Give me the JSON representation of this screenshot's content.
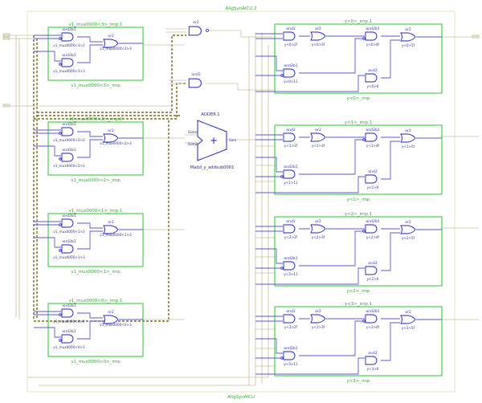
{
  "top": {
    "title": "AllgSynAlCU.2",
    "bottom_title": "AllgSynAlCU",
    "top_and_label": "or2",
    "mid_and_label": "and2"
  },
  "adder": {
    "title": "ADDER.1",
    "input_a": "Dataa",
    "input_b": "Datab",
    "output": "Sum",
    "name": "Madd_y_addsub0001"
  },
  "left_modules": [
    {
      "title": "v1_mux0000<3>_imp.1",
      "bottom": "v1_mux0000<3>_imp",
      "g1_top": "and2b1",
      "g1_bot": "v1_mux0000<3>2",
      "g2_top": "or2",
      "g2_bot": "v1_mux0000<3>3",
      "g3_top": "and2b1",
      "g3_bot": "v1_mux0000<3>1"
    },
    {
      "title": "v1_mux0000<2>_imp.2",
      "bottom": "v1_mux0000<2>_imp",
      "g1_top": "and2b1",
      "g1_bot": "v1_mux0000<2>2",
      "g2_top": "or2",
      "g2_bot": "v1_mux0000<2>3",
      "g3_top": "and2b1",
      "g3_bot": "v1_mux0000<2>1"
    },
    {
      "title": "v1_mux0000<1>_imp.1",
      "bottom": "v1_mux0000<1>_imp",
      "g1_top": "and2b1",
      "g1_bot": "v1_mux0000<1>2",
      "g2_top": "or2",
      "g2_bot": "v1_mux0000<1>3",
      "g3_top": "and2b1",
      "g3_bot": "v1_mux0000<1>1"
    },
    {
      "title": "v1_mux0000<0>_imp.1",
      "bottom": "v1_mux0000<0>_imp",
      "g1_top": "and2b1",
      "g1_bot": "v1_mux0000<0>2",
      "g2_top": "or2",
      "g2_bot": "v1_mux0000<0>3",
      "g3_top": "and2b1",
      "g3_bot": "v1_mux0000<0>1"
    }
  ],
  "right_modules": [
    {
      "title": "y<0>_imp.1",
      "bottom": "y<0>_imp",
      "a_top": "and2",
      "a_bot": "y<0>2f",
      "b_top": "or2",
      "b_bot": "y<0>3f",
      "c_top": "and2b1",
      "c_bot": "y<0>4f",
      "d_top": "or2",
      "d_bot": "y<0>5f",
      "e_top": "and2b1",
      "e_bot": "y<0>11",
      "f_top": "and2",
      "f_bot": "y<0>6"
    },
    {
      "title": "y<1>_imp.1",
      "bottom": "y<1>_imp",
      "a_top": "and2",
      "a_bot": "y<1>2f",
      "b_top": "or2",
      "b_bot": "y<1>3f",
      "c_top": "and2b1",
      "c_bot": "y<1>4f",
      "d_top": "or2",
      "d_bot": "y<1>5f",
      "e_top": "and2b1",
      "e_bot": "y<1>11",
      "f_top": "and2",
      "f_bot": "y<1>6"
    },
    {
      "title": "y<2>_imp.1",
      "bottom": "y<2>_imp",
      "a_top": "and2",
      "a_bot": "y<2>2f",
      "b_top": "or2",
      "b_bot": "y<2>3f",
      "c_top": "and2b1",
      "c_bot": "y<2>4f",
      "d_top": "or2",
      "d_bot": "y<2>5f",
      "e_top": "and2b1",
      "e_bot": "y<2>11",
      "f_top": "and2",
      "f_bot": "y<2>6"
    },
    {
      "title": "y<3>_imp.1",
      "bottom": "y<3>_imp",
      "a_top": "and2",
      "a_bot": "y<3>2f",
      "b_top": "or2",
      "b_bot": "y<3>3f",
      "c_top": "and2b1",
      "c_bot": "y<3>4f",
      "d_top": "or2",
      "d_bot": "y<3>5f",
      "e_top": "and2b1",
      "e_bot": "y<3>11",
      "f_top": "and2",
      "f_bot": "y<3>6"
    }
  ]
}
